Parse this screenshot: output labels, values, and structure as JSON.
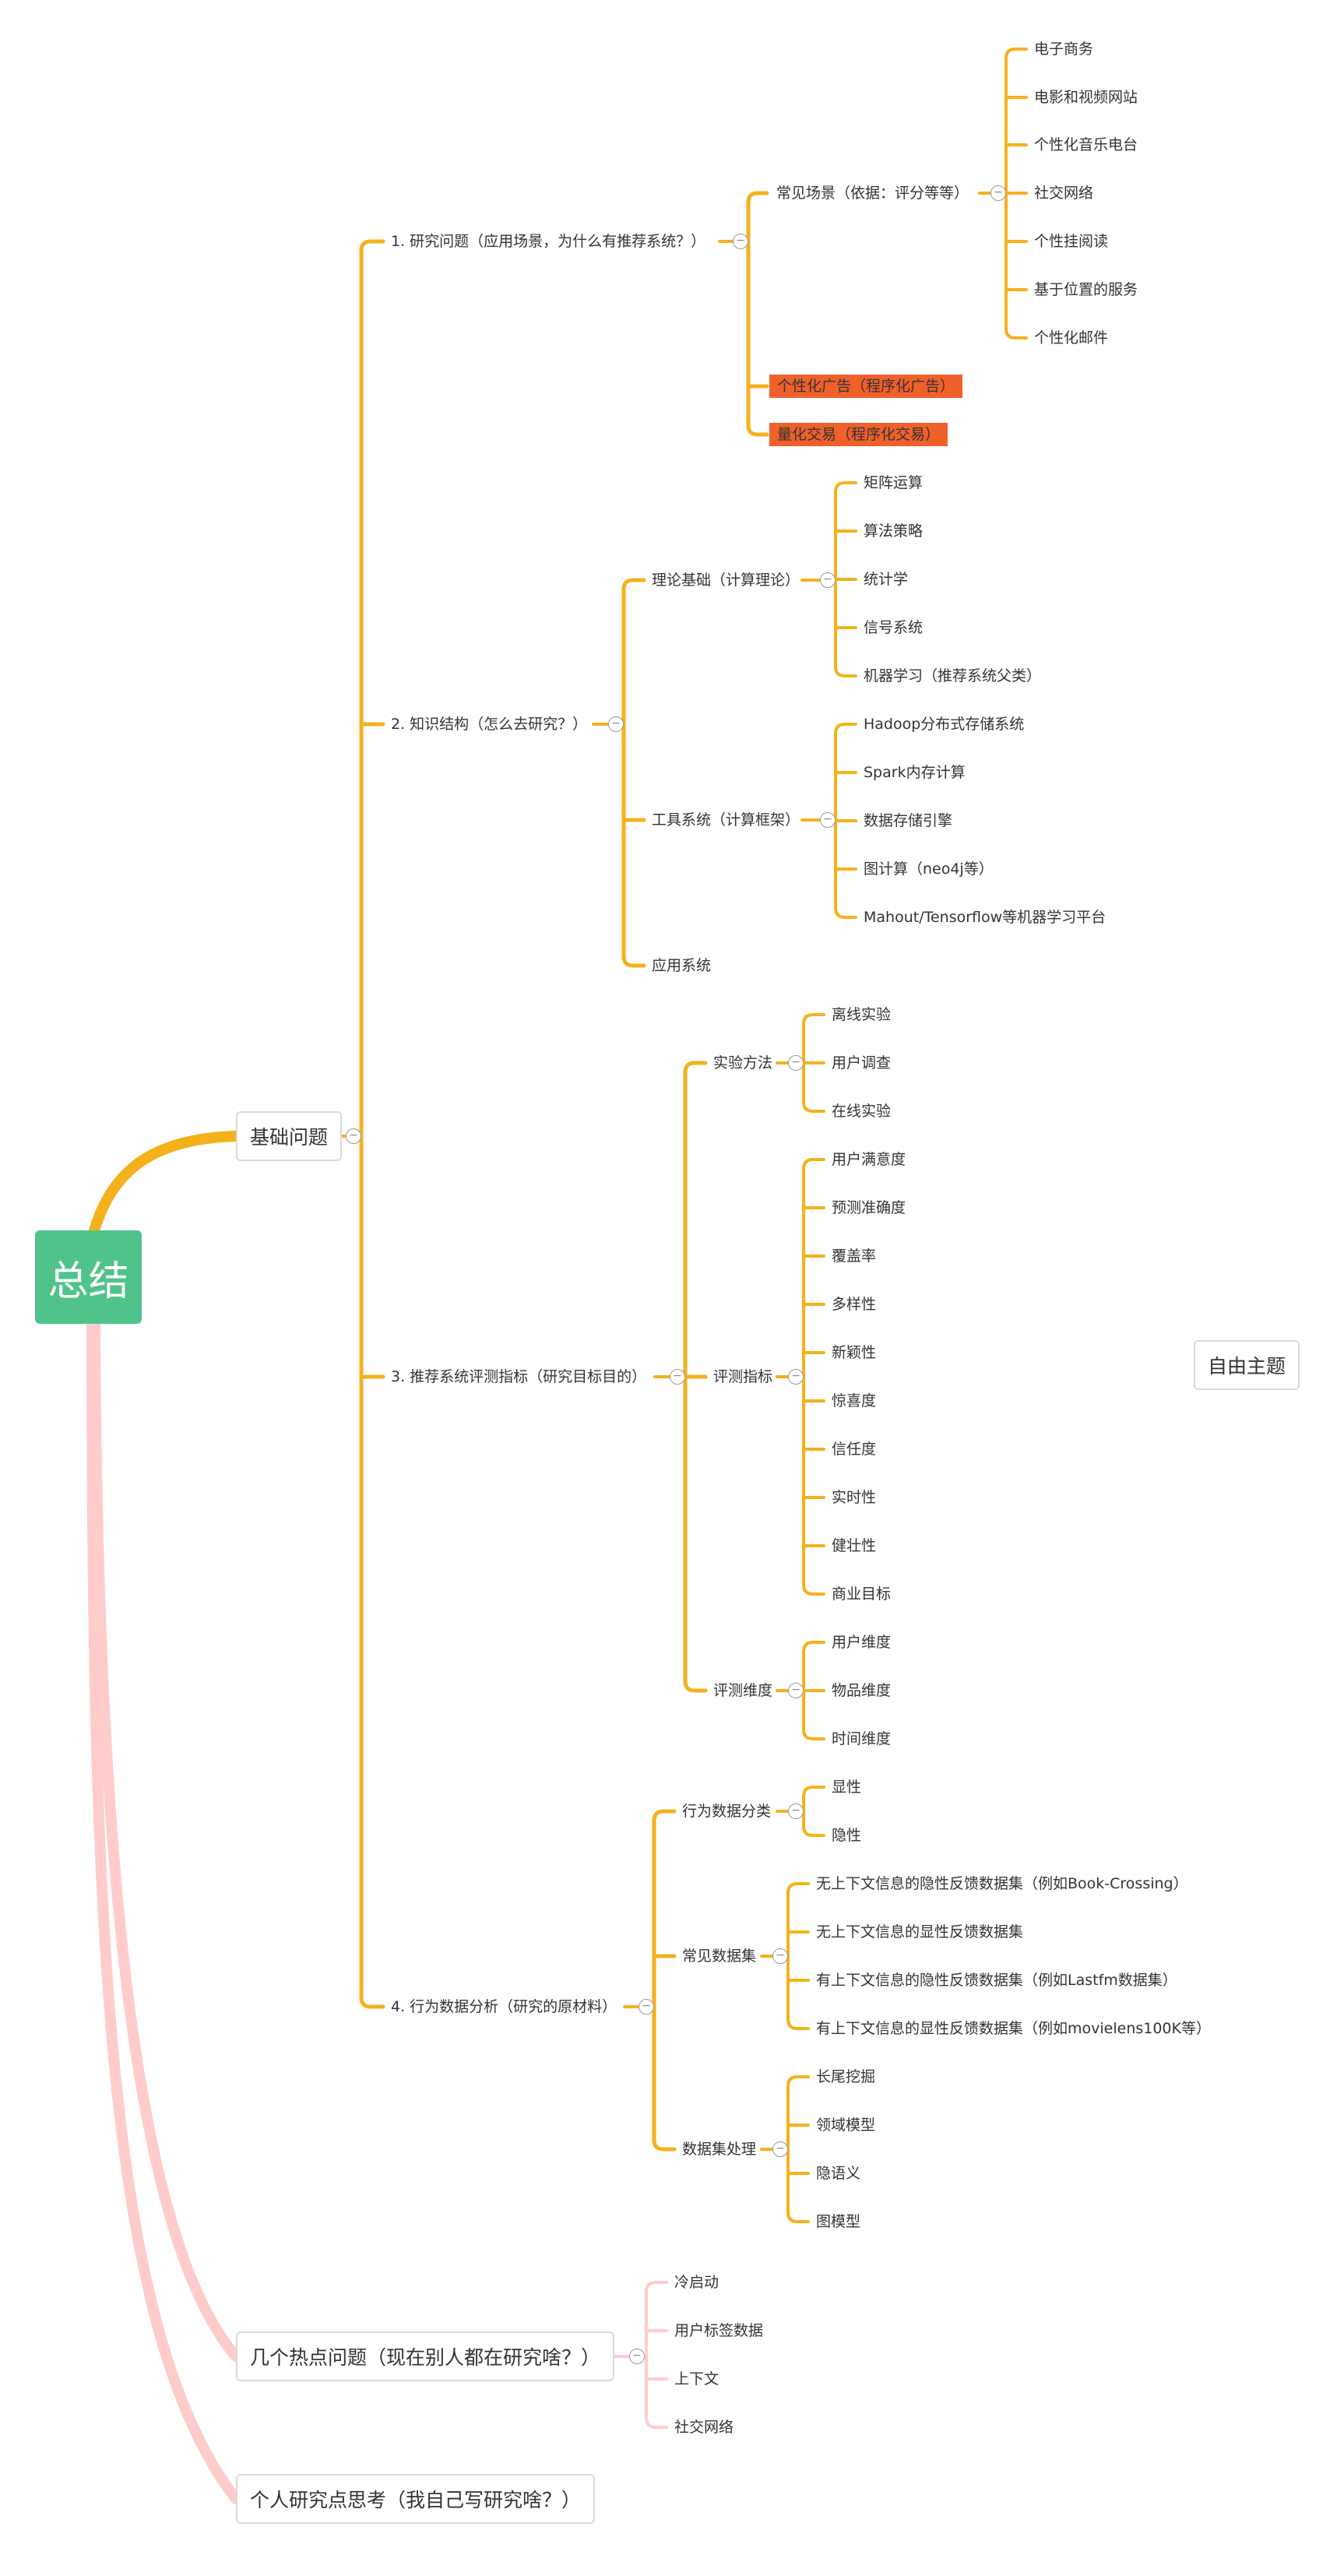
{
  "root": "总结",
  "free_topic": "自由主题",
  "main": {
    "basic": "基础问题",
    "hot": "几个热点问题（现在别人都在研究啥？）",
    "personal": "个人研究点思考（我自己写研究啥？）"
  },
  "l1": {
    "b1": "1. 研究问题（应用场景，为什么有推荐系统？）",
    "b2": "2. 知识结构（怎么去研究？）",
    "b3": "3. 推荐系统评测指标（研究目标目的）",
    "b4": "4. 行为数据分析（研究的原材料）"
  },
  "b1": {
    "scenes": "常见场景（依据：评分等等）",
    "ads": "个性化广告（程序化广告）",
    "quant": "量化交易（程序化交易）",
    "scene_items": [
      "电子商务",
      "电影和视频网站",
      "个性化音乐电台",
      "社交网络",
      "个性挂阅读",
      "基于位置的服务",
      "个性化邮件"
    ]
  },
  "b2": {
    "theory": "理论基础（计算理论）",
    "tools": "工具系统（计算框架）",
    "apps": "应用系统",
    "theory_items": [
      "矩阵运算",
      "算法策略",
      "统计学",
      "信号系统",
      "机器学习（推荐系统父类）"
    ],
    "tool_items": [
      "Hadoop分布式存储系统",
      "Spark内存计算",
      "数据存储引擎",
      "图计算（neo4j等）",
      "Mahout/Tensorflow等机器学习平台"
    ]
  },
  "b3": {
    "methods": "实验方法",
    "metrics": "评测指标",
    "dims": "评测维度",
    "method_items": [
      "离线实验",
      "用户调查",
      "在线实验"
    ],
    "metric_items": [
      "用户满意度",
      "预测准确度",
      "覆盖率",
      "多样性",
      "新颖性",
      "惊喜度",
      "信任度",
      "实时性",
      "健壮性",
      "商业目标"
    ],
    "dim_items": [
      "用户维度",
      "物品维度",
      "时间维度"
    ]
  },
  "b4": {
    "classes": "行为数据分类",
    "datasets": "常见数据集",
    "processing": "数据集处理",
    "class_items": [
      "显性",
      "隐性"
    ],
    "dataset_items": [
      "无上下文信息的隐性反馈数据集（例如Book-Crossing）",
      "无上下文信息的显性反馈数据集",
      "有上下文信息的隐性反馈数据集（例如Lastfm数据集）",
      "有上下文信息的显性反馈数据集（例如movielens100K等）"
    ],
    "processing_items": [
      "长尾挖掘",
      "领域模型",
      "隐语义",
      "图模型"
    ]
  },
  "hot_items": [
    "冷启动",
    "用户标签数据",
    "上下文",
    "社交网络"
  ],
  "colors": {
    "root": "#4fc38a",
    "branch": "#f5b11c",
    "pink": "#ffcccc",
    "highlight": "#f0602a"
  }
}
